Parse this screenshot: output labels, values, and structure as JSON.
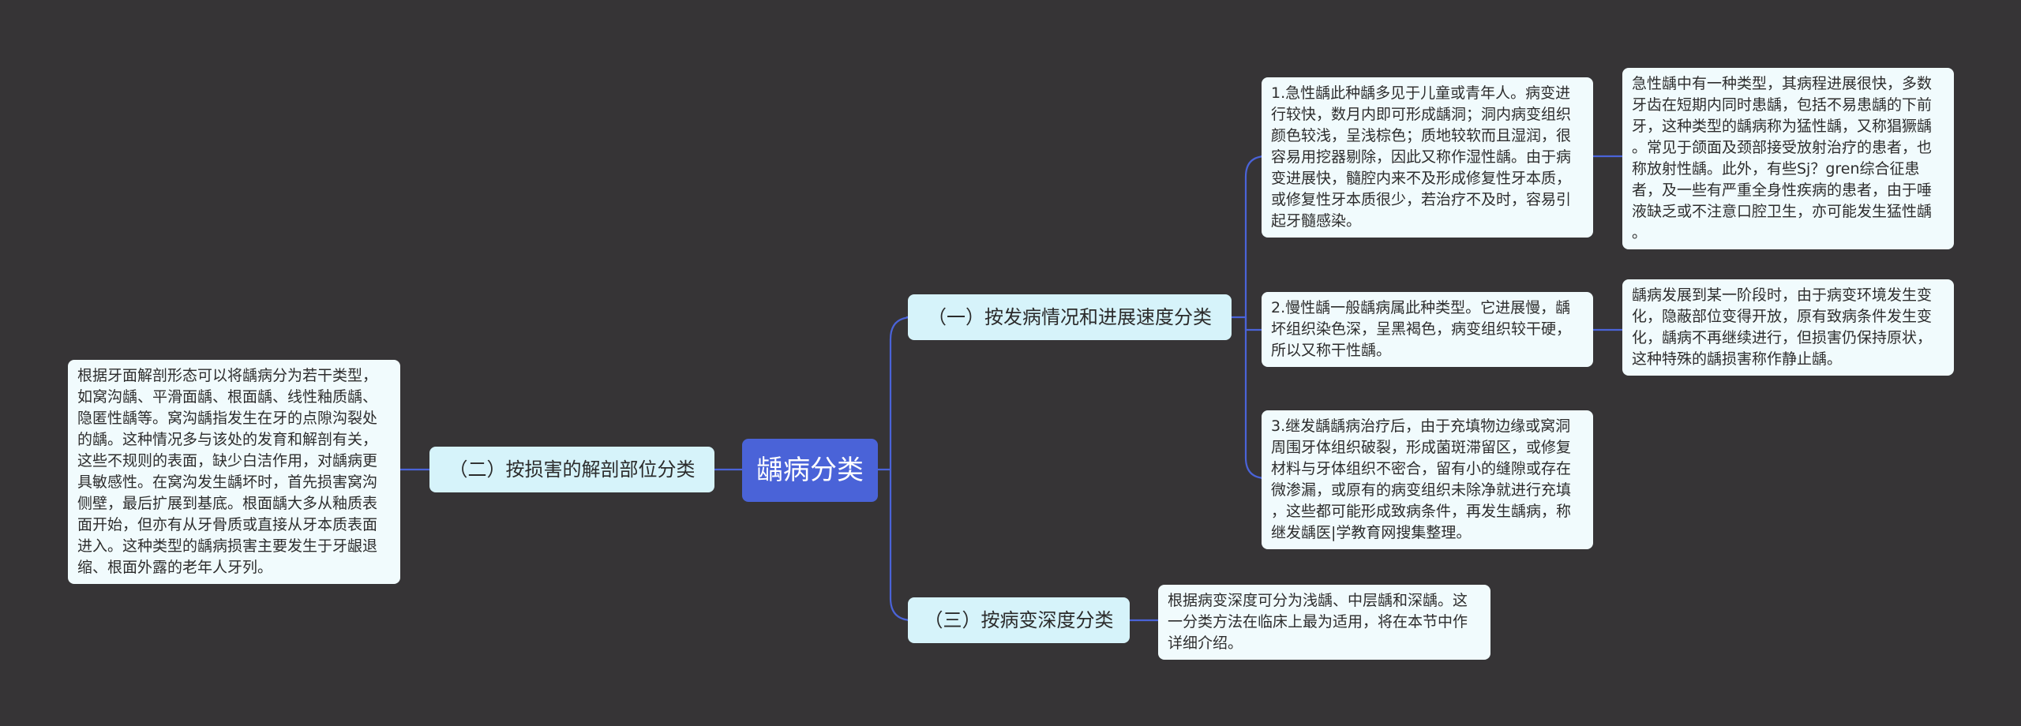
{
  "colors": {
    "background": "#363436",
    "root_fill": "#4a63d8",
    "branch_fill": "#d6f3fa",
    "leaf_fill": "#f1fbfd",
    "connector": "#4a63d8"
  },
  "root": {
    "label": "龋病分类"
  },
  "branches": {
    "speed": {
      "label": "（一）按发病情况和进展速度分类",
      "acute": {
        "text": "1.急性龋此种龋多见于儿童或青年人。病变进\n行较快，数月内即可形成龋洞；洞内病变组织\n颜色较浅，呈浅棕色；质地较软而且湿润，很\n容易用挖器剔除，因此又称作湿性龋。由于病\n变进展快，髓腔内来不及形成修复性牙本质，\n或修复性牙本质很少，若治疗不及时，容易引\n起牙髓感染。",
        "detail": "急性龋中有一种类型，其病程进展很快，多数\n牙齿在短期内同时患龋，包括不易患龋的下前\n牙，这种类型的龋病称为猛性龋，又称猖獗龋\n。常见于颌面及颈部接受放射治疗的患者，也\n称放射性龋。此外，有些Sj？gren综合征患\n者，及一些有严重全身性疾病的患者，由于唾\n液缺乏或不注意口腔卫生，亦可能发生猛性龋\n。"
      },
      "chronic": {
        "text": "2.慢性龋一般龋病属此种类型。它进展慢，龋\n坏组织染色深，呈黑褐色，病变组织较干硬，\n所以又称干性龋。",
        "detail": "龋病发展到某一阶段时，由于病变环境发生变\n化，隐蔽部位变得开放，原有致病条件发生变\n化，龋病不再继续进行，但损害仍保持原状，\n这种特殊的龋损害称作静止龋。"
      },
      "secondary": {
        "text": "3.继发龋龋病治疗后，由于充填物边缘或窝洞\n周围牙体组织破裂，形成菌斑滞留区，或修复\n材料与牙体组织不密合，留有小的缝隙或存在\n微渗漏，或原有的病变组织未除净就进行充填\n，这些都可能形成致病条件，再发生龋病，称\n继发龋医|学教育网搜集整理。"
      }
    },
    "anatomy": {
      "label": "（二）按损害的解剖部位分类",
      "text": "根据牙面解剖形态可以将龋病分为若干类型，\n如窝沟龋、平滑面龋、根面龋、线性釉质龋、\n隐匿性龋等。窝沟龋指发生在牙的点隙沟裂处\n的龋。这种情况多与该处的发育和解剖有关，\n这些不规则的表面，缺少白洁作用，对龋病更\n具敏感性。在窝沟发生龋坏时，首先损害窝沟\n侧壁，最后扩展到基底。根面龋大多从釉质表\n面开始，但亦有从牙骨质或直接从牙本质表面\n进入。这种类型的龋病损害主要发生于牙龈退\n缩、根面外露的老年人牙列。"
    },
    "depth": {
      "label": "（三）按病变深度分类",
      "text": "根据病变深度可分为浅龋、中层龋和深龋。这\n一分类方法在临床上最为适用，将在本节中作\n详细介绍。"
    }
  }
}
